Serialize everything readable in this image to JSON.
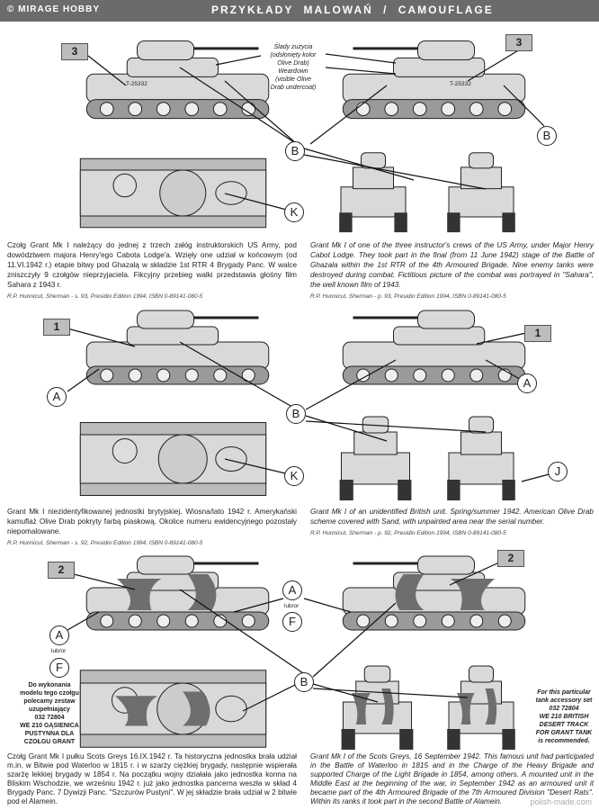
{
  "header": {
    "brand": "© MIRAGE HOBBY",
    "title": "PRZYKŁADY   MALOWAŃ / CAMOUFLAGE"
  },
  "markers": {
    "n3": "3",
    "n1": "1",
    "n2": "2",
    "A": "A",
    "B": "B",
    "F": "F",
    "J": "J",
    "K": "K",
    "lub": "lub/or"
  },
  "wear_note": [
    "Ślady zużycia",
    "(odsłonięty kolor",
    "Olive Drab)",
    "Weardown",
    "(visible Olive",
    "Drab undercoat)"
  ],
  "serials": {
    "top_left": "T-25332",
    "top_right": "T-25332"
  },
  "sections": [
    {
      "pl": "Czołg Grant Mk I należący do jednej z trzech załóg instruktorskich US Army, pod dowództwem majora Henry'ego Cabota Lodge'a. Wzięły one udział w końcowym (od 11.VI.1942 r.) etapie bitwy pod Ghazalą w składzie 1st RTR 4 Brygady Panc. W walce zniszczyły 9 czołgów nieprzyjaciela. Fikcyjny przebieg walki przedstawia głośny film Sahara z 1943 r.",
      "pl_ref": "R.P. Hunnicut, Sherman - s. 93, Presidio Edition 1994, ISBN 0-89141-080-5",
      "en": "Grant Mk I of one of the three instructor's crews of the US Army, under Major Henry Cabot Lodge. They took part in the final (from 11 June 1942) stage of the Battle of Ghazala within the 1st RTR of the 4th Armoured Brigade. Nine enemy tanks were destroyed during combat. Fictitious picture of the combat was portrayed in \"Sahara\", the well known film of 1943.",
      "en_ref": "R.P. Hunnicut, Sherman - p. 93, Presidio Edition 1994, ISBN 0-89141-080-5"
    },
    {
      "pl": "Grant Mk I niezidentyfikowanej jednostki brytyjskiej. Wiosna/lato 1942 r. Amerykański kamuflaż Olive Drab pokryty farbą piaskową. Okolice numeru ewidencyjnego pozostały niepomalowane.",
      "pl_ref": "R.P. Hunnicut, Sherman - s. 92, Presidio Edition 1994, ISBN 0-89141-080-5",
      "en": "Grant Mk I of an unidentified British unit. Spring/summer 1942. American Olive Drab scheme covered with Sand, with unpainted area near the serial number.",
      "en_ref": "R.P. Hunnicut, Sherman - p. 92, Presidio Edition 1994, ISBN 0-89141-080-5"
    },
    {
      "pl": "Czołg Grant Mk I pułku Scots Greys 16.IX.1942 r. Ta historyczna jednostka brała udział m.in. w Bitwie pod Waterloo w 1815 r. i w szarży ciężkiej brygady, następnie wspierała szarżę lekkiej brygady w 1854 r. Na początku wojny działała jako jednostka konna na Bliskim Wschodzie, we wrześniu 1942 r. już jako jednostka pancerna weszła w skład 4 Brygady Panc. 7 Dywizji Panc. \"Szczurów Pustyni\". W jej składzie brała udział w 2 bitwie pod el Alamein.",
      "en": "Grant Mk I of the Scots Greys, 16 September 1942. This famous unit had participated in the Battle of Waterloo in 1815 and in the Charge of the Heavy Brigade and supported Charge of the Light  Brigade in 1854, among others. A mounted unit in the Middle East at the beginning of the war, in September 1942 as an armoured unit it became part of the 4th Armoured Brigade of the 7th Armoured Division \"Desert Rats\". Within its ranks it took part in the second Battle of Alamein."
    }
  ],
  "accessory_pl": [
    "Do wykonania",
    "modelu tego czołgu",
    "polecamy zestaw",
    "uzupełniający",
    "032 72804",
    "WE 210 GĄSIENICA",
    "PUSTYNNA DLA",
    "CZOŁGU GRANT"
  ],
  "accessory_en": [
    "For this particular",
    "tank accessory set",
    "032 72804",
    "WE 210 BRITISH",
    "DESERT TRACK",
    "FOR GRANT TANK",
    "is recommended."
  ],
  "watermark": "polish-made.com",
  "colors": {
    "header": "#6b6b6b",
    "light": "#d9d9d9",
    "camo": "#6e6e6e"
  }
}
